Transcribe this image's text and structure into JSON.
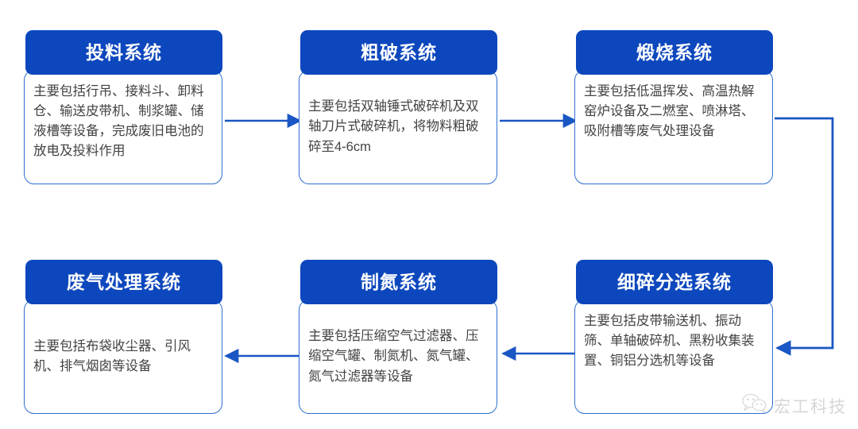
{
  "diagram": {
    "type": "process-flow",
    "title": "",
    "colors": {
      "header_blue": "#0d47bd",
      "border_blue": "#2f6fd0",
      "connector_blue": "#1a56c4",
      "body_text": "#434343",
      "header_text": "#ffffff",
      "background": "#ffffff",
      "watermark_gray": "#8a8a8a"
    },
    "nodes": [
      {
        "id": "node-1",
        "title": "投料系统",
        "description": "主要包括行吊、接料斗、卸料仓、输送皮带机、制浆罐、储液槽等设备，完成废旧电池的放电及投料作用"
      },
      {
        "id": "node-2",
        "title": "粗破系统",
        "description": "主要包括双轴锤式破碎机及双轴刀片式破碎机，将物料粗破碎至4-6cm"
      },
      {
        "id": "node-3",
        "title": "煅烧系统",
        "description": "主要包括低温挥发、高温热解窑炉设备及二燃室、喷淋塔、吸附槽等废气处理设备"
      },
      {
        "id": "node-4",
        "title": "废气处理系统",
        "description": "主要包括布袋收尘器、引风机、排气烟囱等设备"
      },
      {
        "id": "node-5",
        "title": "制氮系统",
        "description": "主要包括压缩空气过滤器、压缩空气罐、制氮机、氮气罐、氮气过滤器等设备"
      },
      {
        "id": "node-6",
        "title": "细碎分选系统",
        "description": "主要包括皮带输送机、振动筛、单轴破碎机、黑粉收集装置、铜铝分选机等设备"
      }
    ],
    "connectors": [
      {
        "id": "conn-1-2",
        "from": "node-1",
        "to": "node-2",
        "direction": "right"
      },
      {
        "id": "conn-2-3",
        "from": "node-2",
        "to": "node-3",
        "direction": "right"
      },
      {
        "id": "conn-3-6",
        "from": "node-3",
        "to": "node-6",
        "direction": "down-left-wrap"
      },
      {
        "id": "conn-6-5",
        "from": "node-6",
        "to": "node-5",
        "direction": "left"
      },
      {
        "id": "conn-5-4",
        "from": "node-5",
        "to": "node-4",
        "direction": "left"
      }
    ]
  },
  "watermark": {
    "icon": "wechat-icon",
    "text": "宏工科技"
  }
}
